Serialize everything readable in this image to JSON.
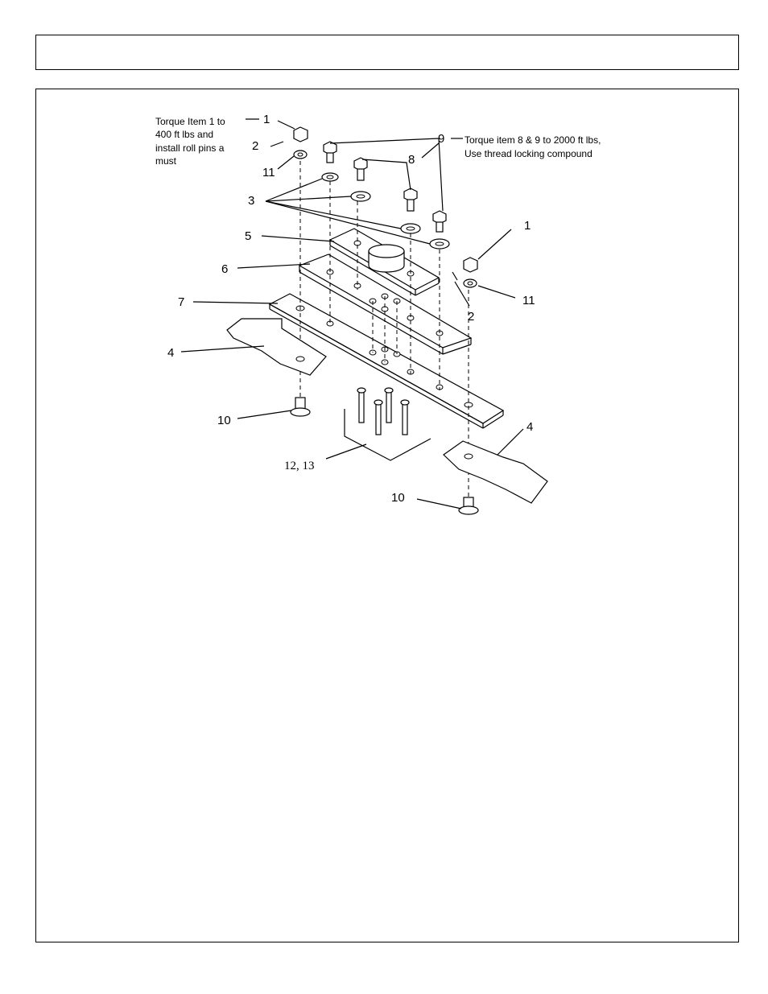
{
  "header": {
    "title": ""
  },
  "notes": {
    "item1_torque": [
      "Torque Item 1 to",
      "400 ft lbs and",
      "install roll pins a",
      "must"
    ],
    "item8_9_torque": [
      "Torque item 8 & 9 to 2000 ft lbs,",
      "Use thread locking compound"
    ]
  },
  "callouts": {
    "c1a": "1",
    "c2a": "2",
    "c11a": "11",
    "c9": "9",
    "c8": "8",
    "c3": "3",
    "c5": "5",
    "c6": "6",
    "c7": "7",
    "c1b": "1",
    "c11b": "11",
    "c2b": "2",
    "c4a": "4",
    "c10a": "10",
    "c12_13": "12, 13",
    "c4b": "4",
    "c10b": "10"
  }
}
